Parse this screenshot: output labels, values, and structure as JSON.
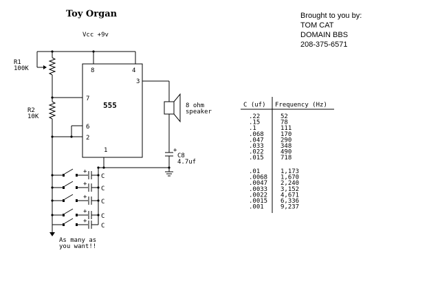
{
  "title": "Toy Organ",
  "credits": {
    "line1": "Brought to you by:",
    "line2": "TOM CAT",
    "line3": "DOMAIN BBS",
    "line4": "208-375-6571"
  },
  "circuit": {
    "vcc": "Vcc +9v",
    "r1_name": "R1",
    "r1_value": "100K",
    "r2_name": "R2",
    "r2_value": "10K",
    "ic": "555",
    "pin8": "8",
    "pin4": "4",
    "pin3": "3",
    "pin7": "7",
    "pin6": "6",
    "pin2": "2",
    "pin1": "1",
    "speaker_line1": "8 ohm",
    "speaker_line2": "speaker",
    "c8_name": "C8",
    "c8_value": "4.7uf",
    "c8_plus": "+",
    "cap_label": "C",
    "cap_plus": "+",
    "note_line1": "As many as",
    "note_line2": "you want!!"
  },
  "table": {
    "col1": "C (uf)",
    "col2": "Frequency (Hz)",
    "group1": [
      [
        ".22",
        "52"
      ],
      [
        ".15",
        "78"
      ],
      [
        ".1",
        "111"
      ],
      [
        ".068",
        "170"
      ],
      [
        ".047",
        "290"
      ],
      [
        ".033",
        "348"
      ],
      [
        ".022",
        "490"
      ],
      [
        ".015",
        "718"
      ]
    ],
    "group2": [
      [
        ".01",
        "1,173"
      ],
      [
        ".0068",
        "1,670"
      ],
      [
        ".0047",
        "2,240"
      ],
      [
        ".0033",
        "3,152"
      ],
      [
        ".0022",
        "4,671"
      ],
      [
        ".0015",
        "6,336"
      ],
      [
        ".001",
        "9,237"
      ]
    ]
  }
}
